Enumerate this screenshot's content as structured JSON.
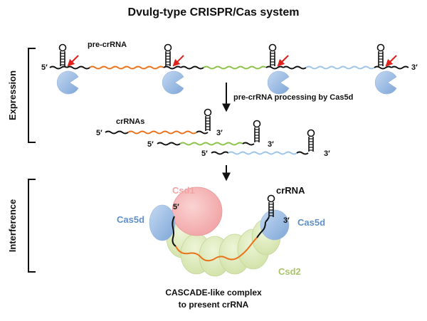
{
  "title": "Dvulg-type CRISPR/Cas system",
  "sections": {
    "expression": "Expression",
    "interference": "Interference"
  },
  "expression": {
    "pre_crrna_label": "pre-crRNA",
    "five_prime": "5′",
    "three_prime": "3′",
    "processing_label": "pre-crRNA processing by Cas5d",
    "crrnas_label": "crRNAs"
  },
  "interference": {
    "csd1_label": "Csd1",
    "cas5d_left_label": "Cas5d",
    "cas5d_right_label": "Cas5d",
    "crrna_label": "crRNA",
    "csd2_label": "Csd2",
    "five_prime": "5′",
    "three_prime": "3′",
    "complex_caption_line1": "CASCADE-like complex",
    "complex_caption_line2": "to present crRNA"
  },
  "colors": {
    "spacer_orange": "#e8731c",
    "spacer_green": "#8bc34a",
    "spacer_blue": "#9ec5e8",
    "cas5d_blue": "#7ea6d8",
    "csd1_pink": "#f5b6b6",
    "csd2_green": "#dbe8b8",
    "cut_arrow_red": "#e0201b"
  }
}
